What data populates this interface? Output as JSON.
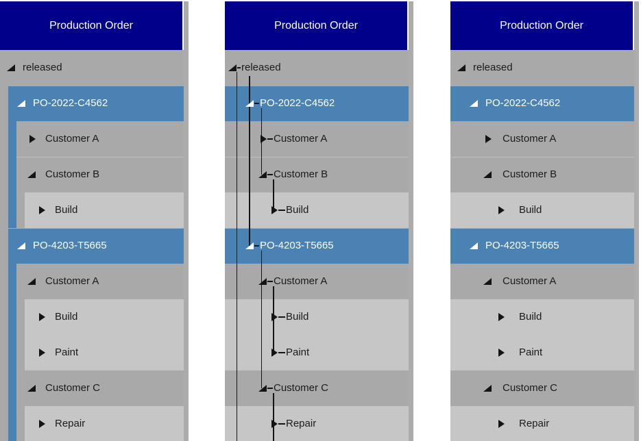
{
  "panels": [
    {
      "title": "Production Order"
    },
    {
      "title": "Production Order"
    },
    {
      "title": "Production Order"
    }
  ],
  "tree": {
    "rows": [
      {
        "label": "released",
        "level": 0,
        "type": "group",
        "expanded": true,
        "selected": false
      },
      {
        "label": "PO-2022-C4562",
        "level": 1,
        "type": "order",
        "expanded": true,
        "selected": true
      },
      {
        "label": "Customer A",
        "level": 2,
        "type": "customer",
        "expanded": false,
        "selected": false
      },
      {
        "label": "Customer B",
        "level": 2,
        "type": "customer",
        "expanded": true,
        "selected": false,
        "separator_above": true
      },
      {
        "label": "Build",
        "level": 3,
        "type": "operation",
        "expanded": false,
        "selected": false
      },
      {
        "label": "PO-4203-T5665",
        "level": 1,
        "type": "order",
        "expanded": true,
        "selected": true
      },
      {
        "label": "Customer A",
        "level": 2,
        "type": "customer",
        "expanded": true,
        "selected": false
      },
      {
        "label": "Build",
        "level": 3,
        "type": "operation",
        "expanded": false,
        "selected": false
      },
      {
        "label": "Paint",
        "level": 3,
        "type": "operation",
        "expanded": false,
        "selected": false
      },
      {
        "label": "Customer C",
        "level": 2,
        "type": "customer",
        "expanded": true,
        "selected": false
      },
      {
        "label": "Repair",
        "level": 3,
        "type": "operation",
        "expanded": false,
        "selected": false
      }
    ]
  },
  "colors": {
    "header_bg": "#00008B",
    "header_text": "#FFFFFF",
    "row_base": "#A9A9A9",
    "row_child": "#C6C6C6",
    "row_selected": "#4A82B4",
    "text": "#1B1B1B",
    "text_selected": "#FFFFFF",
    "line": "#141414",
    "separator": "#BFBFBF",
    "gutter": "#ACACAC"
  }
}
